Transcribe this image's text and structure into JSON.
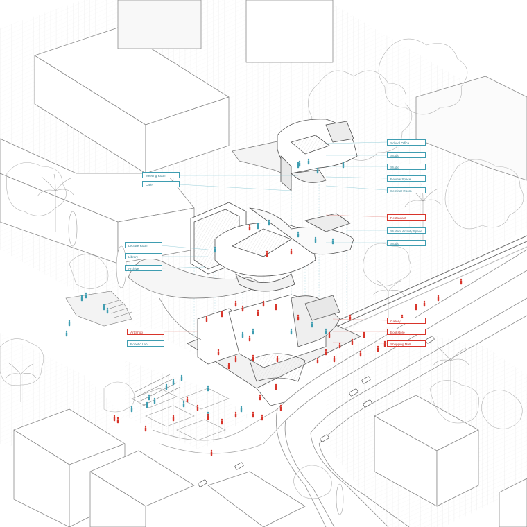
{
  "colors": {
    "ink": "#555555",
    "line": "#9a9a9a",
    "light": "#c9c9c9",
    "ground": "#f4f4f4",
    "teal_people": "#3e9db1",
    "red_people": "#d8342a",
    "teal_label": "#3e9db1",
    "red_label": "#d8342a"
  },
  "labels": {
    "meeting_room": "Meeting Room",
    "cafe": "Cafe",
    "lecture_room": "Lecture Room",
    "library": "Library",
    "archive": "Archive",
    "art_shop": "Art Shop",
    "robotic_lab": "Robotic Lab",
    "school_office": "School Office",
    "studio_1": "Studio",
    "studio_2": "Studio",
    "review_space": "Review Space",
    "seminar_room": "Seminar Room",
    "restaurant": "Restaurant",
    "student_activity_space": "Student Activity Space",
    "studio_3": "Studio",
    "gallery": "Gallery",
    "bookstore": "Bookstore",
    "shopping_mall": "Shopping Mall"
  },
  "icons": {
    "figure_icon": "person-figure",
    "tree_icon": "tree",
    "car_icon": "car"
  }
}
